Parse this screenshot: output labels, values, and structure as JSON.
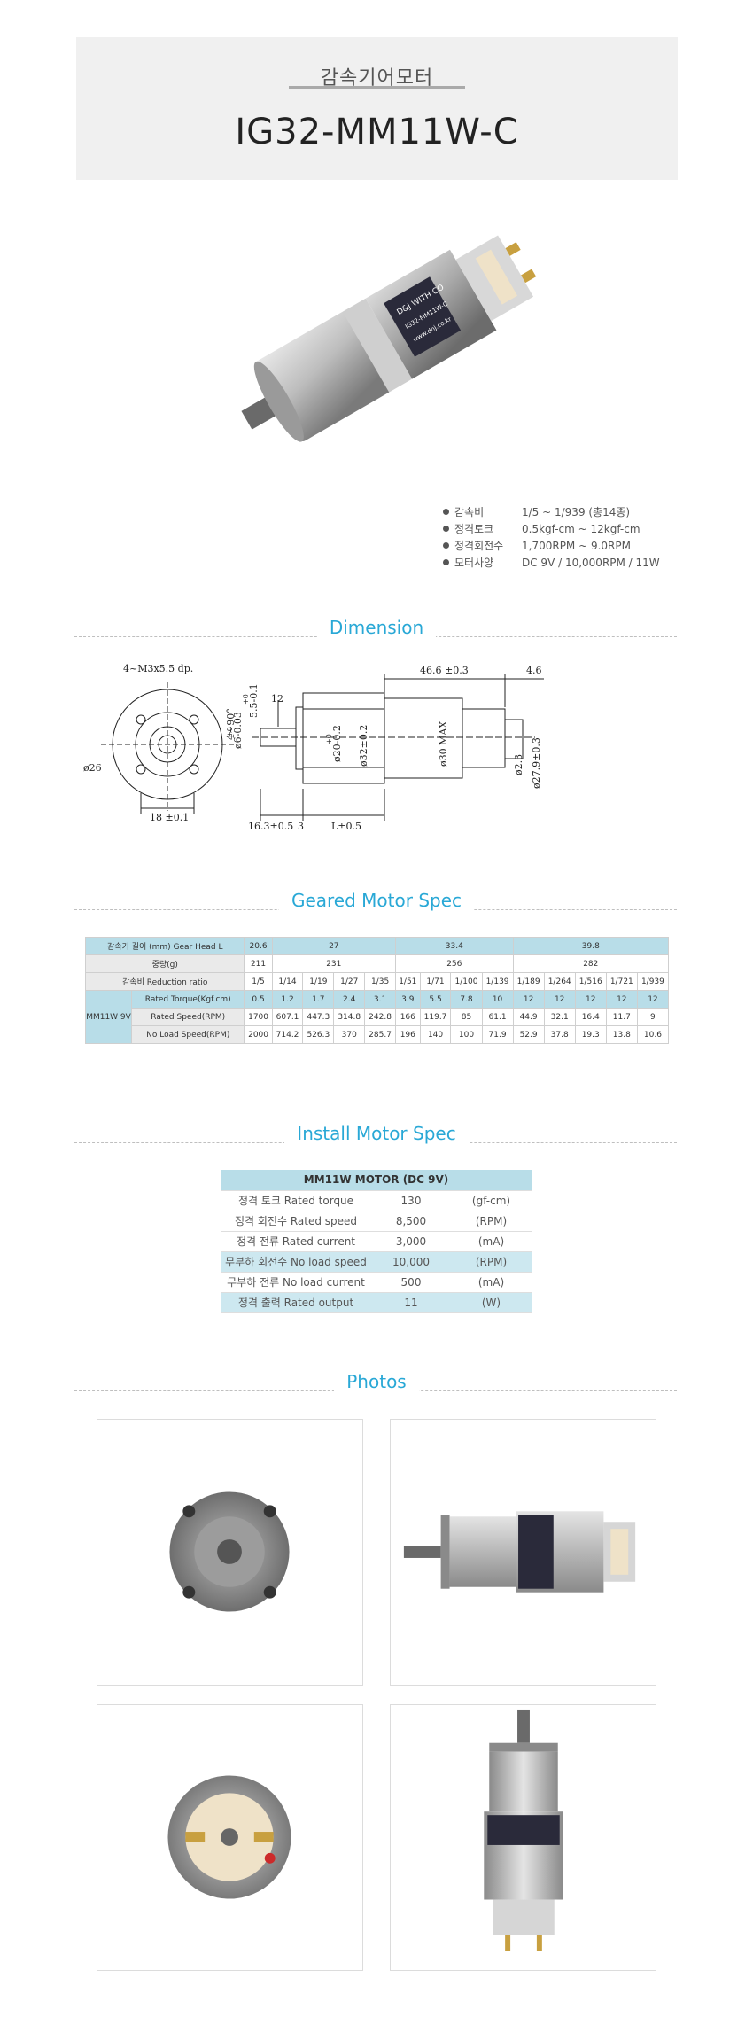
{
  "header": {
    "subtitle": "감속기어모터",
    "title": "IG32-MM11W-C"
  },
  "hero": {
    "label_brand": "D&J WITH CO",
    "label_model": "IG32-MM11W-C",
    "label_url": "www.dnj.co.kr"
  },
  "specs": [
    {
      "label": "감속비",
      "value": "1/5 ~ 1/939 (총14종)"
    },
    {
      "label": "정격토크",
      "value": "0.5kgf-cm ~ 12kgf-cm"
    },
    {
      "label": "정격회전수",
      "value": "1,700RPM ~ 9.0RPM"
    },
    {
      "label": "모터사양",
      "value": "DC 9V / 10,000RPM / 11W"
    }
  ],
  "sections": {
    "dimension": "Dimension",
    "geared": "Geared Motor Spec",
    "install": "Install Motor Spec",
    "photos": "Photos"
  },
  "dimension_labels": {
    "screws": "4~M3x5.5  dp.",
    "dia26": "ø26",
    "angle": "4~90°",
    "w18": "18 ±0.1",
    "shaft6": "ø6-0.03",
    "shaft6_tol": "+0",
    "l55": "5.5-0.1",
    "l55_tol": "+0",
    "l12": "12",
    "l163": "16.3±0.5",
    "l3": "3",
    "d20": "ø20-0.2",
    "d20_tol": "+0",
    "d32": "ø32±0.2",
    "lL": "L±0.5",
    "l466": "46.6 ±0.3",
    "l46": "4.6",
    "d30": "ø30  MAX",
    "d23": "ø2.3",
    "d279": "ø27.9±0.3"
  },
  "geared_table": {
    "row_gearhead": {
      "label": "감속기 길이 (mm) Gear Head L",
      "v0": "20.6",
      "g1": "27",
      "g2": "33.4",
      "g3": "39.8"
    },
    "row_weight": {
      "label": "중량(g)",
      "v0": "211",
      "g1": "231",
      "g2": "256",
      "g3": "282"
    },
    "row_ratio": {
      "label": "감속비 Reduction ratio",
      "values": [
        "1/5",
        "1/14",
        "1/19",
        "1/27",
        "1/35",
        "1/51",
        "1/71",
        "1/100",
        "1/139",
        "1/189",
        "1/264",
        "1/516",
        "1/721",
        "1/939"
      ]
    },
    "side_label": "MM11W 9V",
    "row_torque": {
      "label": "Rated Torque(Kgf.cm)",
      "values": [
        "0.5",
        "1.2",
        "1.7",
        "2.4",
        "3.1",
        "3.9",
        "5.5",
        "7.8",
        "10",
        "12",
        "12",
        "12",
        "12",
        "12"
      ]
    },
    "row_speed": {
      "label": "Rated Speed(RPM)",
      "values": [
        "1700",
        "607.1",
        "447.3",
        "314.8",
        "242.8",
        "166",
        "119.7",
        "85",
        "61.1",
        "44.9",
        "32.1",
        "16.4",
        "11.7",
        "9"
      ]
    },
    "row_noload": {
      "label": "No Load Speed(RPM)",
      "values": [
        "2000",
        "714.2",
        "526.3",
        "370",
        "285.7",
        "196",
        "140",
        "100",
        "71.9",
        "52.9",
        "37.8",
        "19.3",
        "13.8",
        "10.6"
      ]
    }
  },
  "install_table": {
    "header": "MM11W MOTOR (DC 9V)",
    "rows": [
      {
        "label": "정격 토크 Rated torque",
        "value": "130",
        "unit": "(gf-cm)"
      },
      {
        "label": "정격 회전수 Rated speed",
        "value": "8,500",
        "unit": "(RPM)"
      },
      {
        "label": "정격 전류 Rated current",
        "value": "3,000",
        "unit": "(mA)"
      },
      {
        "label": "무부하 회전수 No load speed",
        "value": "10,000",
        "unit": "(RPM)"
      },
      {
        "label": "무부하 전류 No load current",
        "value": "500",
        "unit": "(mA)"
      },
      {
        "label": "정격 출력 Rated output",
        "value": "11",
        "unit": "(W)"
      }
    ]
  },
  "colors": {
    "accent": "#29a8d6",
    "table_highlight": "#b8dde8",
    "header_bg": "#f0f0f0"
  }
}
